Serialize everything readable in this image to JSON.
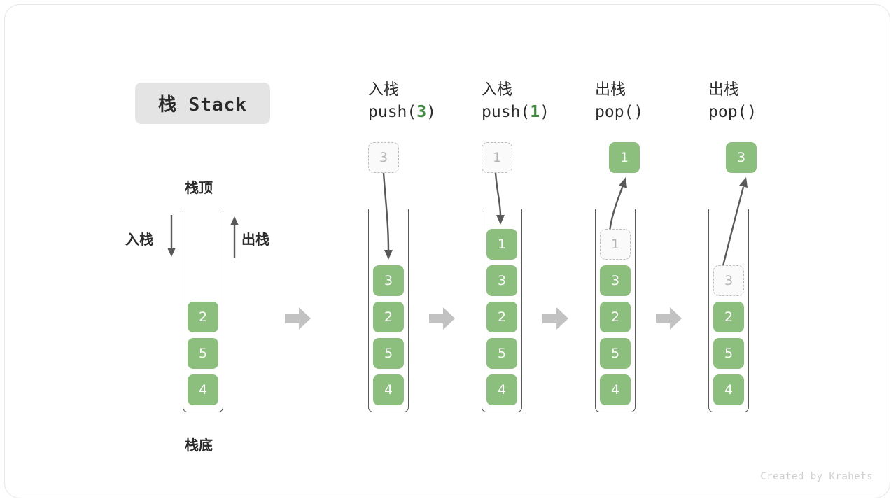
{
  "title": {
    "text": "栈 Stack"
  },
  "labels": {
    "top": "栈顶",
    "bottom": "栈底",
    "push_side": "入栈",
    "pop_side": "出栈"
  },
  "colors": {
    "element_fill": "#8cbf7d",
    "element_text": "#ffffff",
    "ghost_fill": "#fafafa",
    "ghost_border": "#bdbdbd",
    "ghost_text": "#b5b5b5",
    "container_stroke": "#5a5a5a",
    "flow_arrow": "#c2c2c2",
    "thin_arrow": "#595959",
    "highlight_number": "#3f8a3f",
    "badge_bg": "#e4e4e4",
    "text": "#2b2b2b",
    "footer_text": "#cfcfcf"
  },
  "columns": [
    {
      "id": "initial",
      "header_cn": "",
      "header_code": "",
      "code_highlight": "",
      "stack": [
        "2",
        "5",
        "4"
      ],
      "ghost_in_stack": null,
      "ghost_above": null,
      "output_above": null
    },
    {
      "id": "push-3",
      "header_cn": "入栈",
      "header_code_prefix": "push(",
      "code_highlight": "3",
      "header_code_suffix": ")",
      "stack": [
        "3",
        "2",
        "5",
        "4"
      ],
      "ghost_in_stack": null,
      "ghost_above": "3",
      "output_above": null
    },
    {
      "id": "push-1",
      "header_cn": "入栈",
      "header_code_prefix": "push(",
      "code_highlight": "1",
      "header_code_suffix": ")",
      "stack": [
        "1",
        "3",
        "2",
        "5",
        "4"
      ],
      "ghost_in_stack": null,
      "ghost_above": "1",
      "output_above": null
    },
    {
      "id": "pop-1",
      "header_cn": "出栈",
      "header_code_prefix": "pop(",
      "code_highlight": "",
      "header_code_suffix": ")",
      "stack": [
        "3",
        "2",
        "5",
        "4"
      ],
      "ghost_in_stack": "1",
      "ghost_above": null,
      "output_above": "1"
    },
    {
      "id": "pop-3",
      "header_cn": "出栈",
      "header_code_prefix": "pop(",
      "code_highlight": "",
      "header_code_suffix": ")",
      "stack": [
        "2",
        "5",
        "4"
      ],
      "ghost_in_stack": "3",
      "ghost_above": null,
      "output_above": "3"
    }
  ],
  "footer": {
    "credit": "Created by Krahets"
  }
}
